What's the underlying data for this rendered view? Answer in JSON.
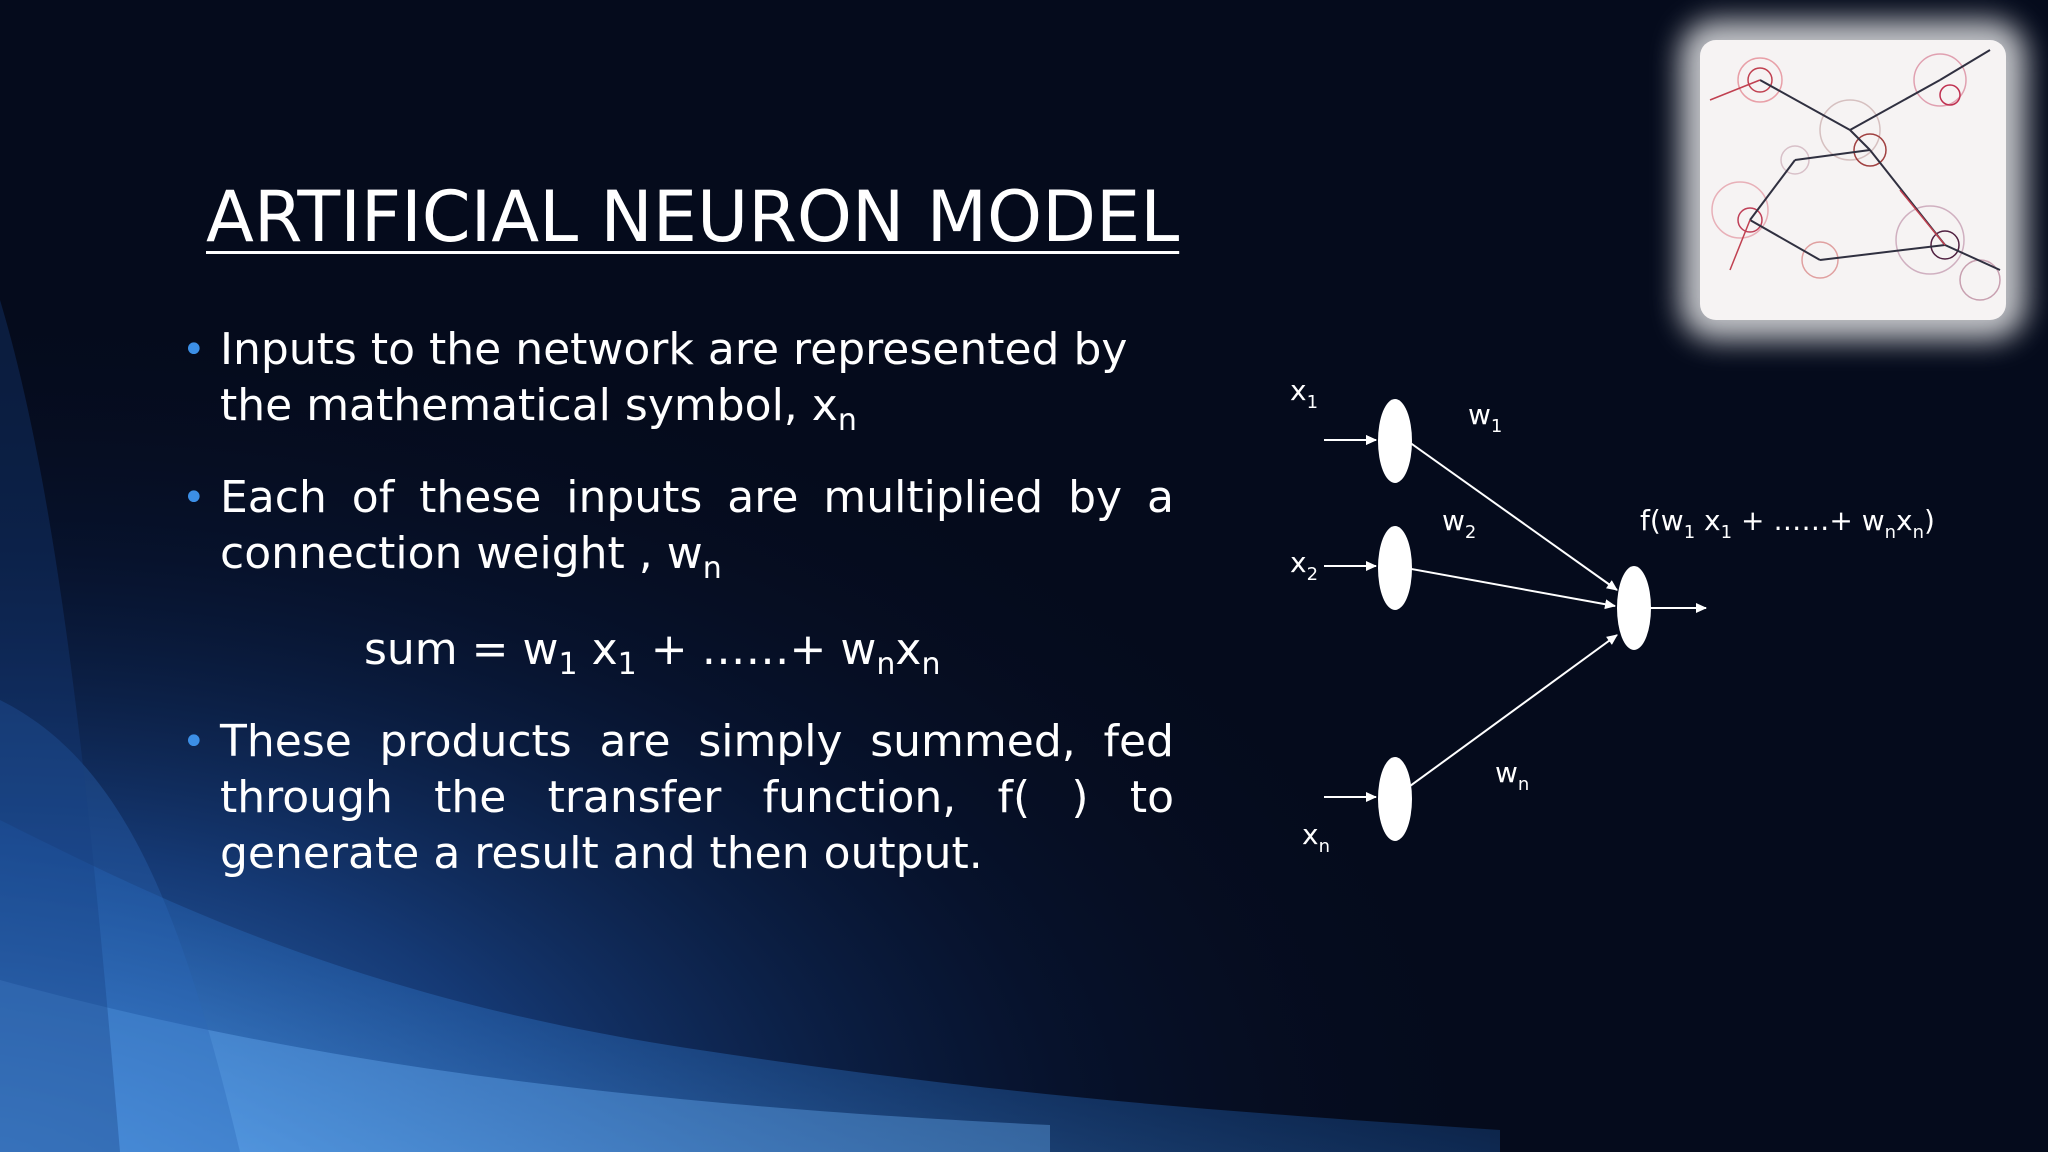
{
  "slide": {
    "title": "ARTIFICIAL NEURON MODEL",
    "bullets": [
      {
        "text": "Inputs to the network are represented by the mathematical symbol, x",
        "sub": "n"
      },
      {
        "text": "Each of these inputs are multiplied by a connection weight , w",
        "sub": "n"
      },
      {
        "text": "These products are simply summed, fed through the transfer function, f( ) to generate a result and then output.",
        "sub": ""
      }
    ],
    "sum_formula": {
      "prefix": "sum  = w",
      "s1": "1",
      "mid1": " x",
      "s2": "1",
      "mid2": " + ……+ w",
      "s3": "n",
      "mid3": "x",
      "s4": "n"
    }
  },
  "diagram": {
    "inputs": [
      {
        "label": "x",
        "sub": "1"
      },
      {
        "label": "x",
        "sub": "2"
      },
      {
        "label": "x",
        "sub": "n"
      }
    ],
    "weights": [
      {
        "label": "w",
        "sub": "1"
      },
      {
        "label": "w",
        "sub": "2"
      },
      {
        "label": "w",
        "sub": "n"
      }
    ],
    "output_label": {
      "p1": "f(w",
      "s1": "1",
      "p2": " x",
      "s2": "1",
      "p3": " + ……+ w",
      "s3": "n",
      "p4": "x",
      "s4": "n",
      "p5": ")"
    }
  },
  "colors": {
    "background": "#050b1c",
    "accent_blue": "#3c8fe6",
    "text": "#ffffff"
  }
}
